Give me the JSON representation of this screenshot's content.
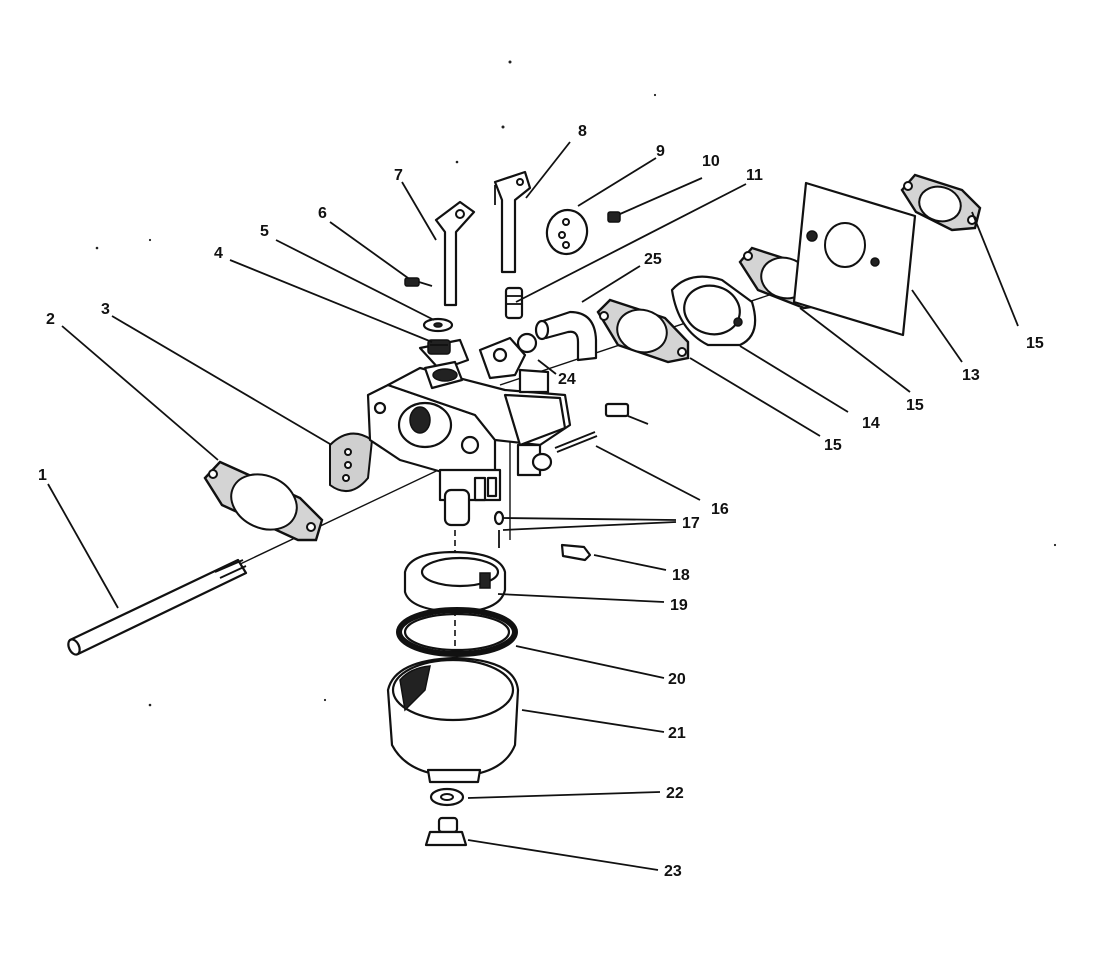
{
  "callouts": [
    {
      "id": "c1",
      "label": "1"
    },
    {
      "id": "c2",
      "label": "2"
    },
    {
      "id": "c3",
      "label": "3"
    },
    {
      "id": "c4",
      "label": "4"
    },
    {
      "id": "c5",
      "label": "5"
    },
    {
      "id": "c6",
      "label": "6"
    },
    {
      "id": "c7",
      "label": "7"
    },
    {
      "id": "c8",
      "label": "8"
    },
    {
      "id": "c9",
      "label": "9"
    },
    {
      "id": "c10",
      "label": "10"
    },
    {
      "id": "c11",
      "label": "11"
    },
    {
      "id": "c25",
      "label": "25"
    },
    {
      "id": "c24",
      "label": "24"
    },
    {
      "id": "c15a",
      "label": "15"
    },
    {
      "id": "c14",
      "label": "14"
    },
    {
      "id": "c15b",
      "label": "15"
    },
    {
      "id": "c13",
      "label": "13"
    },
    {
      "id": "c15c",
      "label": "15"
    },
    {
      "id": "c16",
      "label": "16"
    },
    {
      "id": "c17",
      "label": "17"
    },
    {
      "id": "c18",
      "label": "18"
    },
    {
      "id": "c19",
      "label": "19"
    },
    {
      "id": "c20",
      "label": "20"
    },
    {
      "id": "c21",
      "label": "21"
    },
    {
      "id": "c22",
      "label": "22"
    },
    {
      "id": "c23",
      "label": "23"
    }
  ]
}
